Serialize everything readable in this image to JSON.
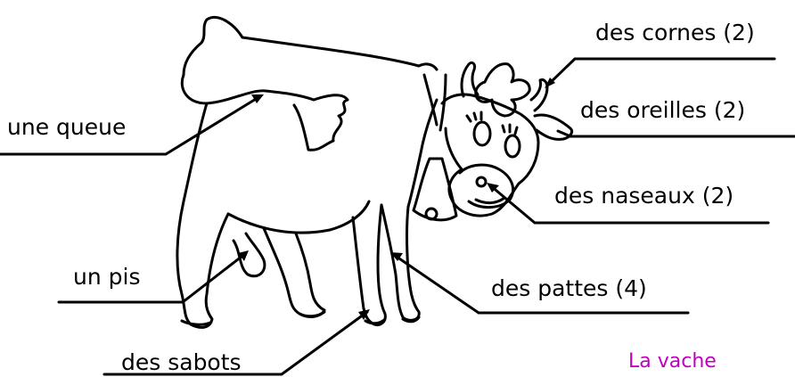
{
  "title": "La vache",
  "title_color": "#c000c0",
  "labels": {
    "horns": "des cornes (2)",
    "ears": "des oreilles (2)",
    "tail": "une queue",
    "nostrils": "des naseaux (2)",
    "udder": "un pis",
    "legs": "des pattes (4)",
    "hooves": "des sabots"
  },
  "illustration": "cow-drawing"
}
